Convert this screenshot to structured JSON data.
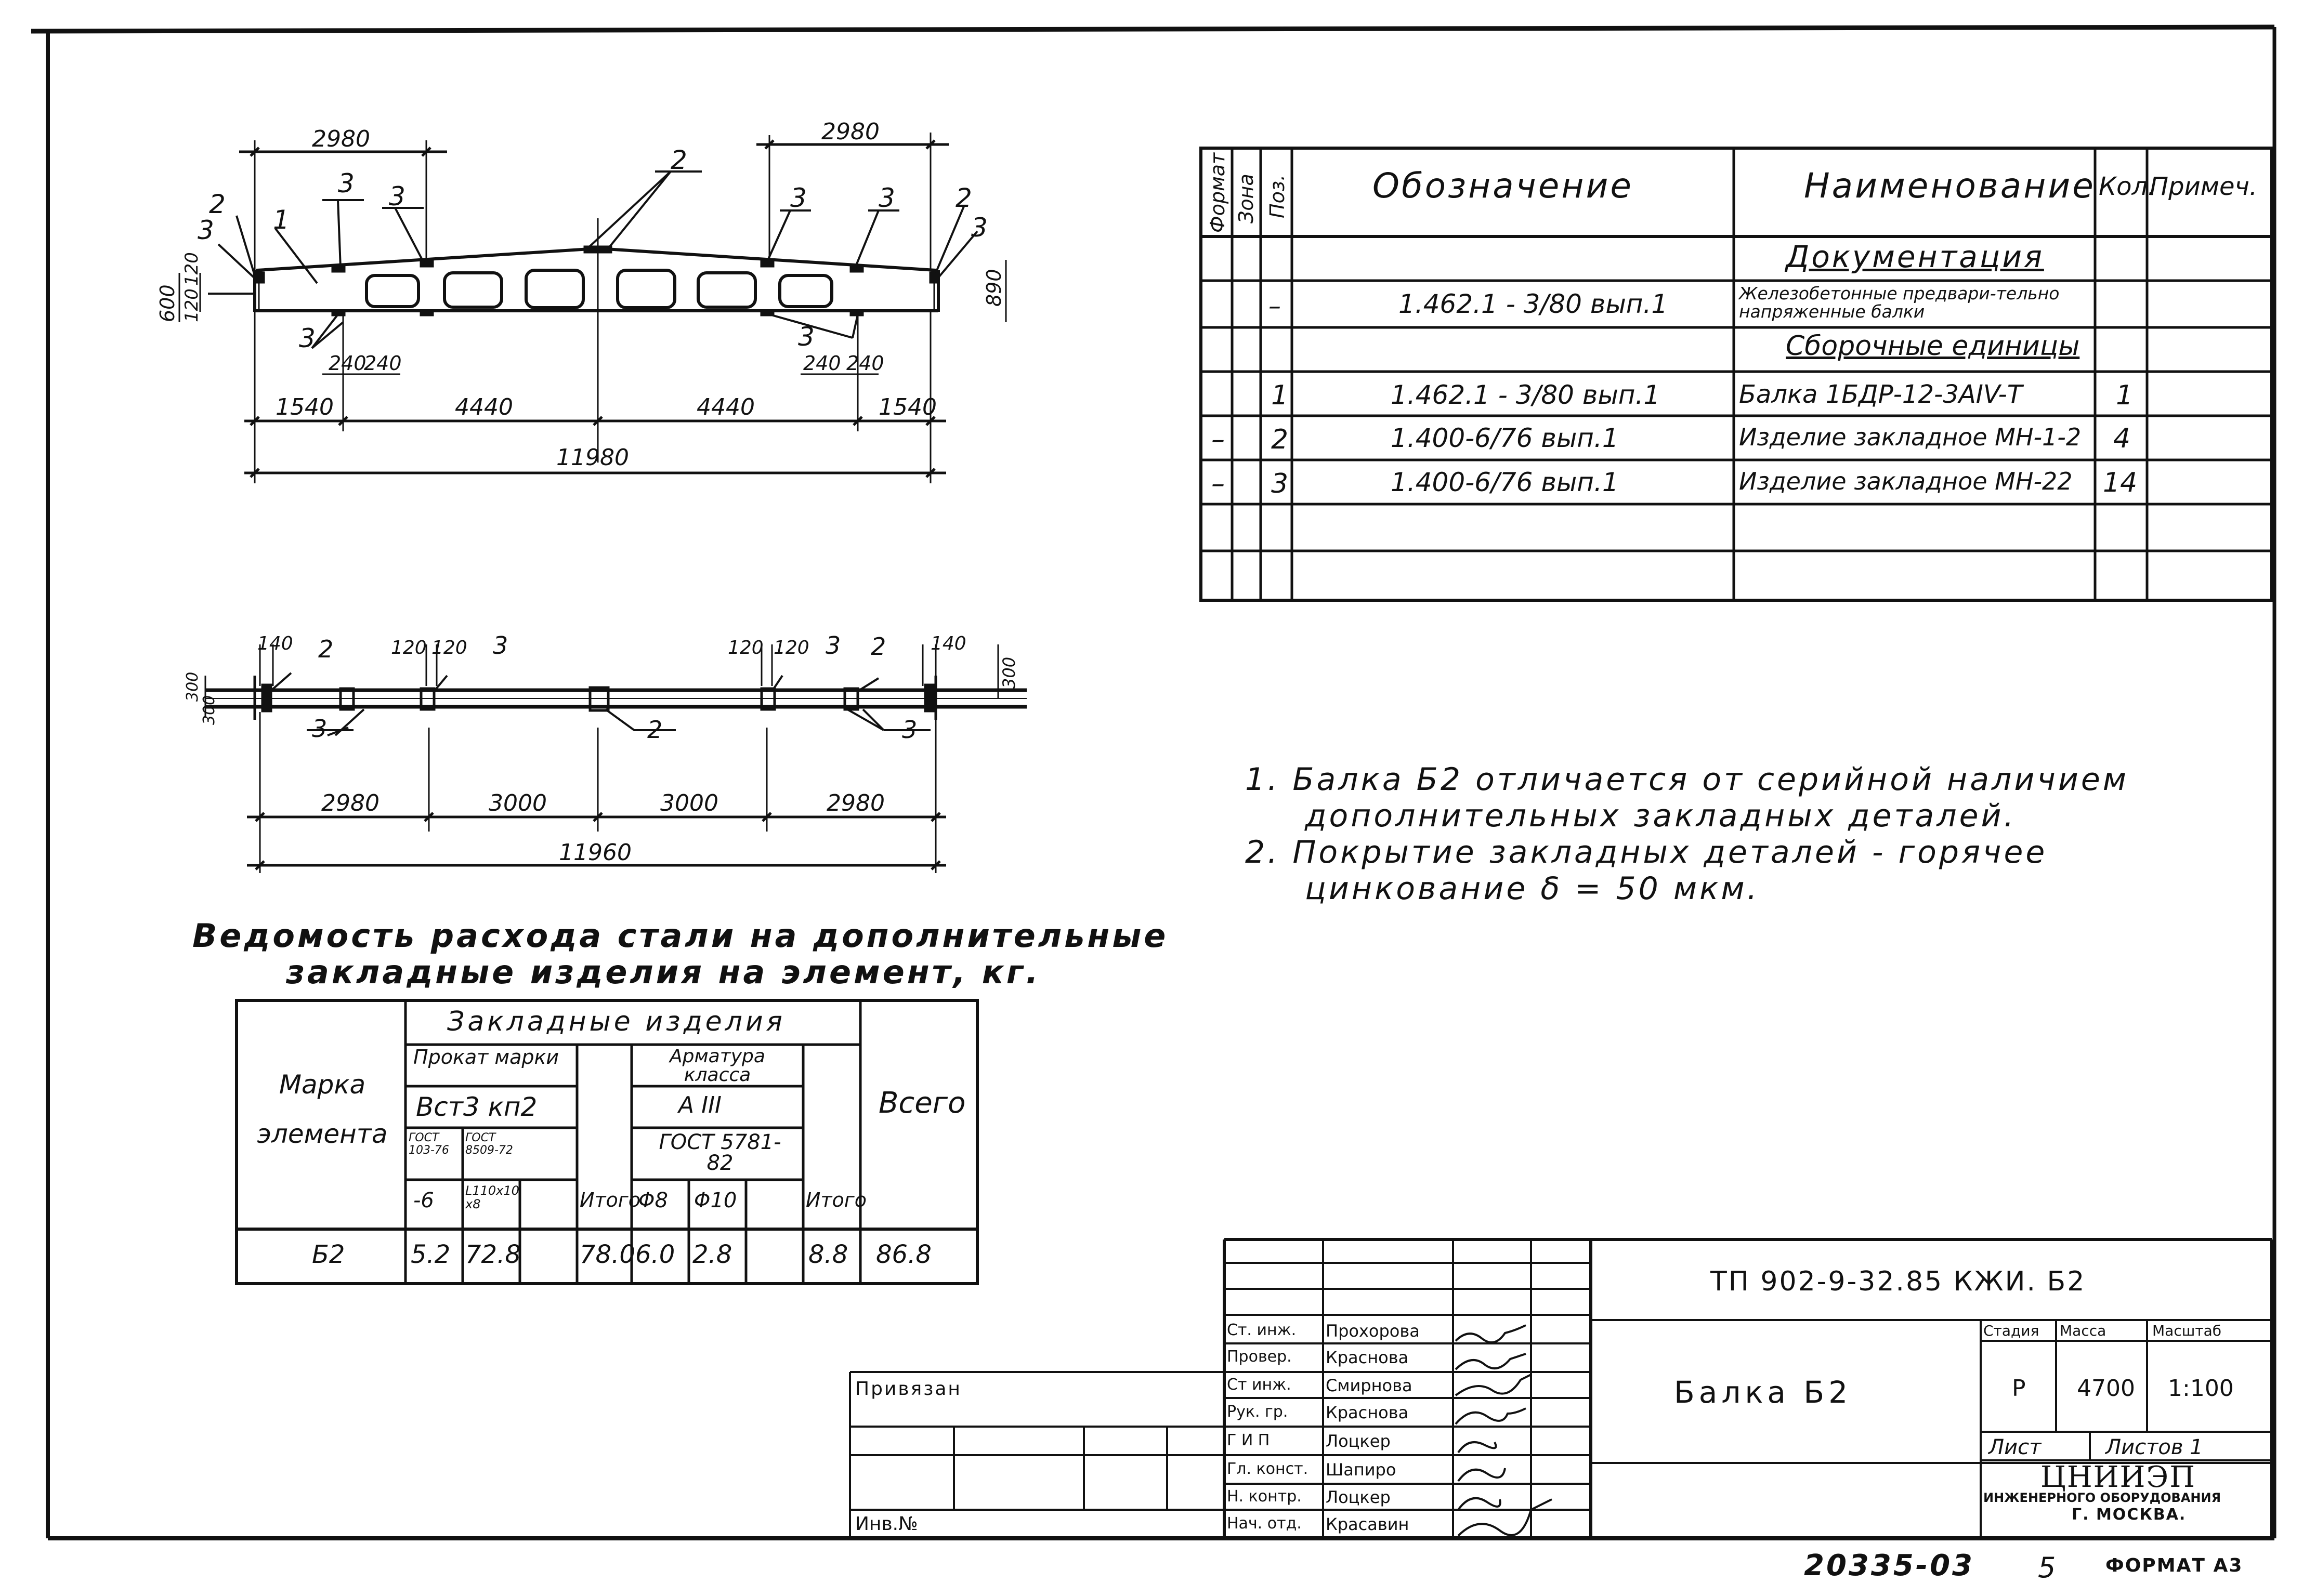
{
  "beam_front": {
    "dims_top": [
      "2980",
      "2980"
    ],
    "dims_bottom": [
      "1540",
      "4440",
      "4440",
      "1540"
    ],
    "overall": "11980",
    "left_heights": [
      "600",
      "120",
      "120"
    ],
    "right_height": "890",
    "small_dims": [
      "240",
      "240",
      "240",
      "240"
    ],
    "callouts": [
      "1",
      "2",
      "2",
      "2",
      "3",
      "3",
      "3",
      "3",
      "3",
      "3",
      "3",
      "3"
    ]
  },
  "beam_plan": {
    "dims_top": [
      "140",
      "120",
      "120",
      "120",
      "120",
      "140"
    ],
    "dims_bottom": [
      "2980",
      "3000",
      "3000",
      "2980"
    ],
    "overall": "11960",
    "left_heights": [
      "300",
      "300"
    ],
    "right_height": "300",
    "callouts": [
      "2",
      "3",
      "3",
      "2",
      "3",
      "2",
      "3"
    ]
  },
  "spec_table": {
    "headers": [
      "Формат",
      "Зона",
      "Поз.",
      "Обозначение",
      "Наименование",
      "Кол.",
      "Примеч."
    ],
    "rows": [
      {
        "format": "",
        "zone": "",
        "pos": "",
        "designation": "",
        "name": "Документация",
        "qty": "",
        "note": ""
      },
      {
        "format": "",
        "zone": "",
        "pos": "–",
        "designation": "1.462.1 - 3/80 вып.1",
        "name": "Железобетонные предвари-тельно напряженные балки",
        "qty": "",
        "note": ""
      },
      {
        "format": "",
        "zone": "",
        "pos": "",
        "designation": "",
        "name": "Сборочные единицы",
        "qty": "",
        "note": ""
      },
      {
        "format": "",
        "zone": "",
        "pos": "1",
        "designation": "1.462.1 - 3/80 вып.1",
        "name": "Балка 1БДР-12-3АIV-Т",
        "qty": "1",
        "note": ""
      },
      {
        "format": "–",
        "zone": "",
        "pos": "2",
        "designation": "1.400-6/76 вып.1",
        "name": "Изделие закладное МН-1-2",
        "qty": "4",
        "note": ""
      },
      {
        "format": "–",
        "zone": "",
        "pos": "3",
        "designation": "1.400-6/76 вып.1",
        "name": "Изделие закладное МН-22",
        "qty": "14",
        "note": ""
      },
      {
        "format": "",
        "zone": "",
        "pos": "",
        "designation": "",
        "name": "",
        "qty": "",
        "note": ""
      },
      {
        "format": "",
        "zone": "",
        "pos": "",
        "designation": "",
        "name": "",
        "qty": "",
        "note": ""
      }
    ]
  },
  "notes": [
    "1. Балка Б2 отличается от серийной наличием",
    "дополнительных закладных деталей.",
    "2. Покрытие закладных деталей - горячее",
    "цинкование δ = 50 мкм."
  ],
  "steel_table": {
    "title_line1": "Ведомость расхода стали на дополнительные",
    "title_line2": "закладные изделия на элемент, кг.",
    "mark_header": "Марка элемента",
    "group_header": "Закладные изделия",
    "rolled_header": "Прокат марки",
    "rolled_grade": "Вст3 кп2",
    "gost_1": "ГОСТ 103-76",
    "gost_2": "ГОСТ 8509-72",
    "rebar_header": "Арматура класса",
    "rebar_class": "А III",
    "rebar_gost": "ГОСТ 5781-82",
    "col_labels": [
      "-6",
      "L110x10 x8",
      "Итого",
      "Φ8",
      "Φ10",
      "Итого"
    ],
    "total_header": "Всего",
    "row": {
      "mark": "Б2",
      "v1": "5.2",
      "v2": "72.8",
      "sub1": "78.0",
      "v3": "6.0",
      "v4": "2.8",
      "sub2": "8.8",
      "total": "86.8"
    }
  },
  "title_block": {
    "code": "ТП 902-9-32.85   КЖИ. Б2",
    "bound": "Привязан",
    "inv": "Инв.№",
    "roles": [
      "Ст. инж.",
      "Провер.",
      "Ст инж.",
      "Рук. гр.",
      "Г И П",
      "Гл. конст.",
      "Н. контр.",
      "Нач. отд."
    ],
    "names": [
      "Прохорова",
      "Краснова",
      "Смирнова",
      "Краснова",
      "Лоцкер",
      "Шапиро",
      "Лоцкер",
      "Красавин"
    ],
    "sheet_name": "Балка Б2",
    "stage_label": "Стадия",
    "mass_label": "Масса",
    "scale_label": "Масштаб",
    "stage": "Р",
    "mass": "4700",
    "scale": "1:100",
    "sheet_label": "Лист",
    "sheets_label": "Листов 1",
    "org": "ЦНИИЭП",
    "org_sub": "инженерного оборудования",
    "city": "г. Москва.",
    "doc_no": "20335-03",
    "page": "5",
    "format": "Формат А3"
  }
}
